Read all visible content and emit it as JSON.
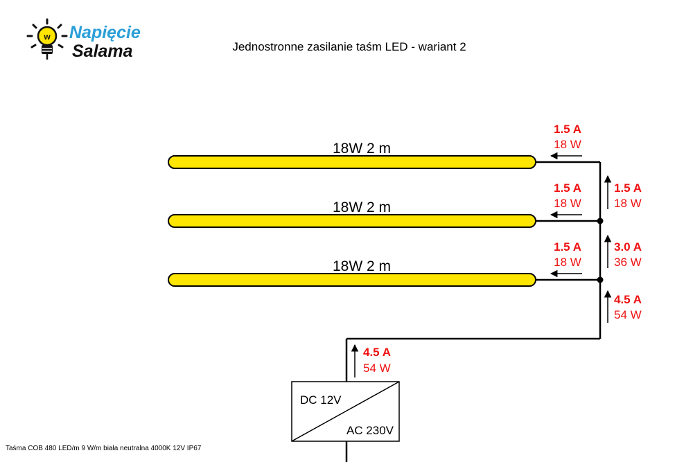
{
  "title": "Jednostronne zasilanie taśm LED - wariant 2",
  "logo": {
    "line1": "Napięcie",
    "line2": "Salama",
    "bulb_letter": "w"
  },
  "footer": "Taśma COB 480 LED/m 9 W/m biała neutralna 4000K 12V IP67",
  "colors": {
    "strip": "#ffe600",
    "label": "#ee1111",
    "logo_blue": "#2a9fd8",
    "wire": "#000000"
  },
  "strips": [
    {
      "label": "18W 2 m",
      "current": "1.5 A",
      "power": "18 W"
    },
    {
      "label": "18W 2 m",
      "current": "1.5 A",
      "power": "18 W"
    },
    {
      "label": "18W 2 m",
      "current": "1.5 A",
      "power": "18 W"
    }
  ],
  "bus_segments": [
    {
      "current": "1.5 A",
      "power": "18 W"
    },
    {
      "current": "3.0 A",
      "power": "36 W"
    },
    {
      "current": "4.5 A",
      "power": "54 W"
    }
  ],
  "psu_feed": {
    "current": "4.5 A",
    "power": "54 W"
  },
  "psu": {
    "dc_label": "DC 12V",
    "ac_label": "AC 230V"
  }
}
